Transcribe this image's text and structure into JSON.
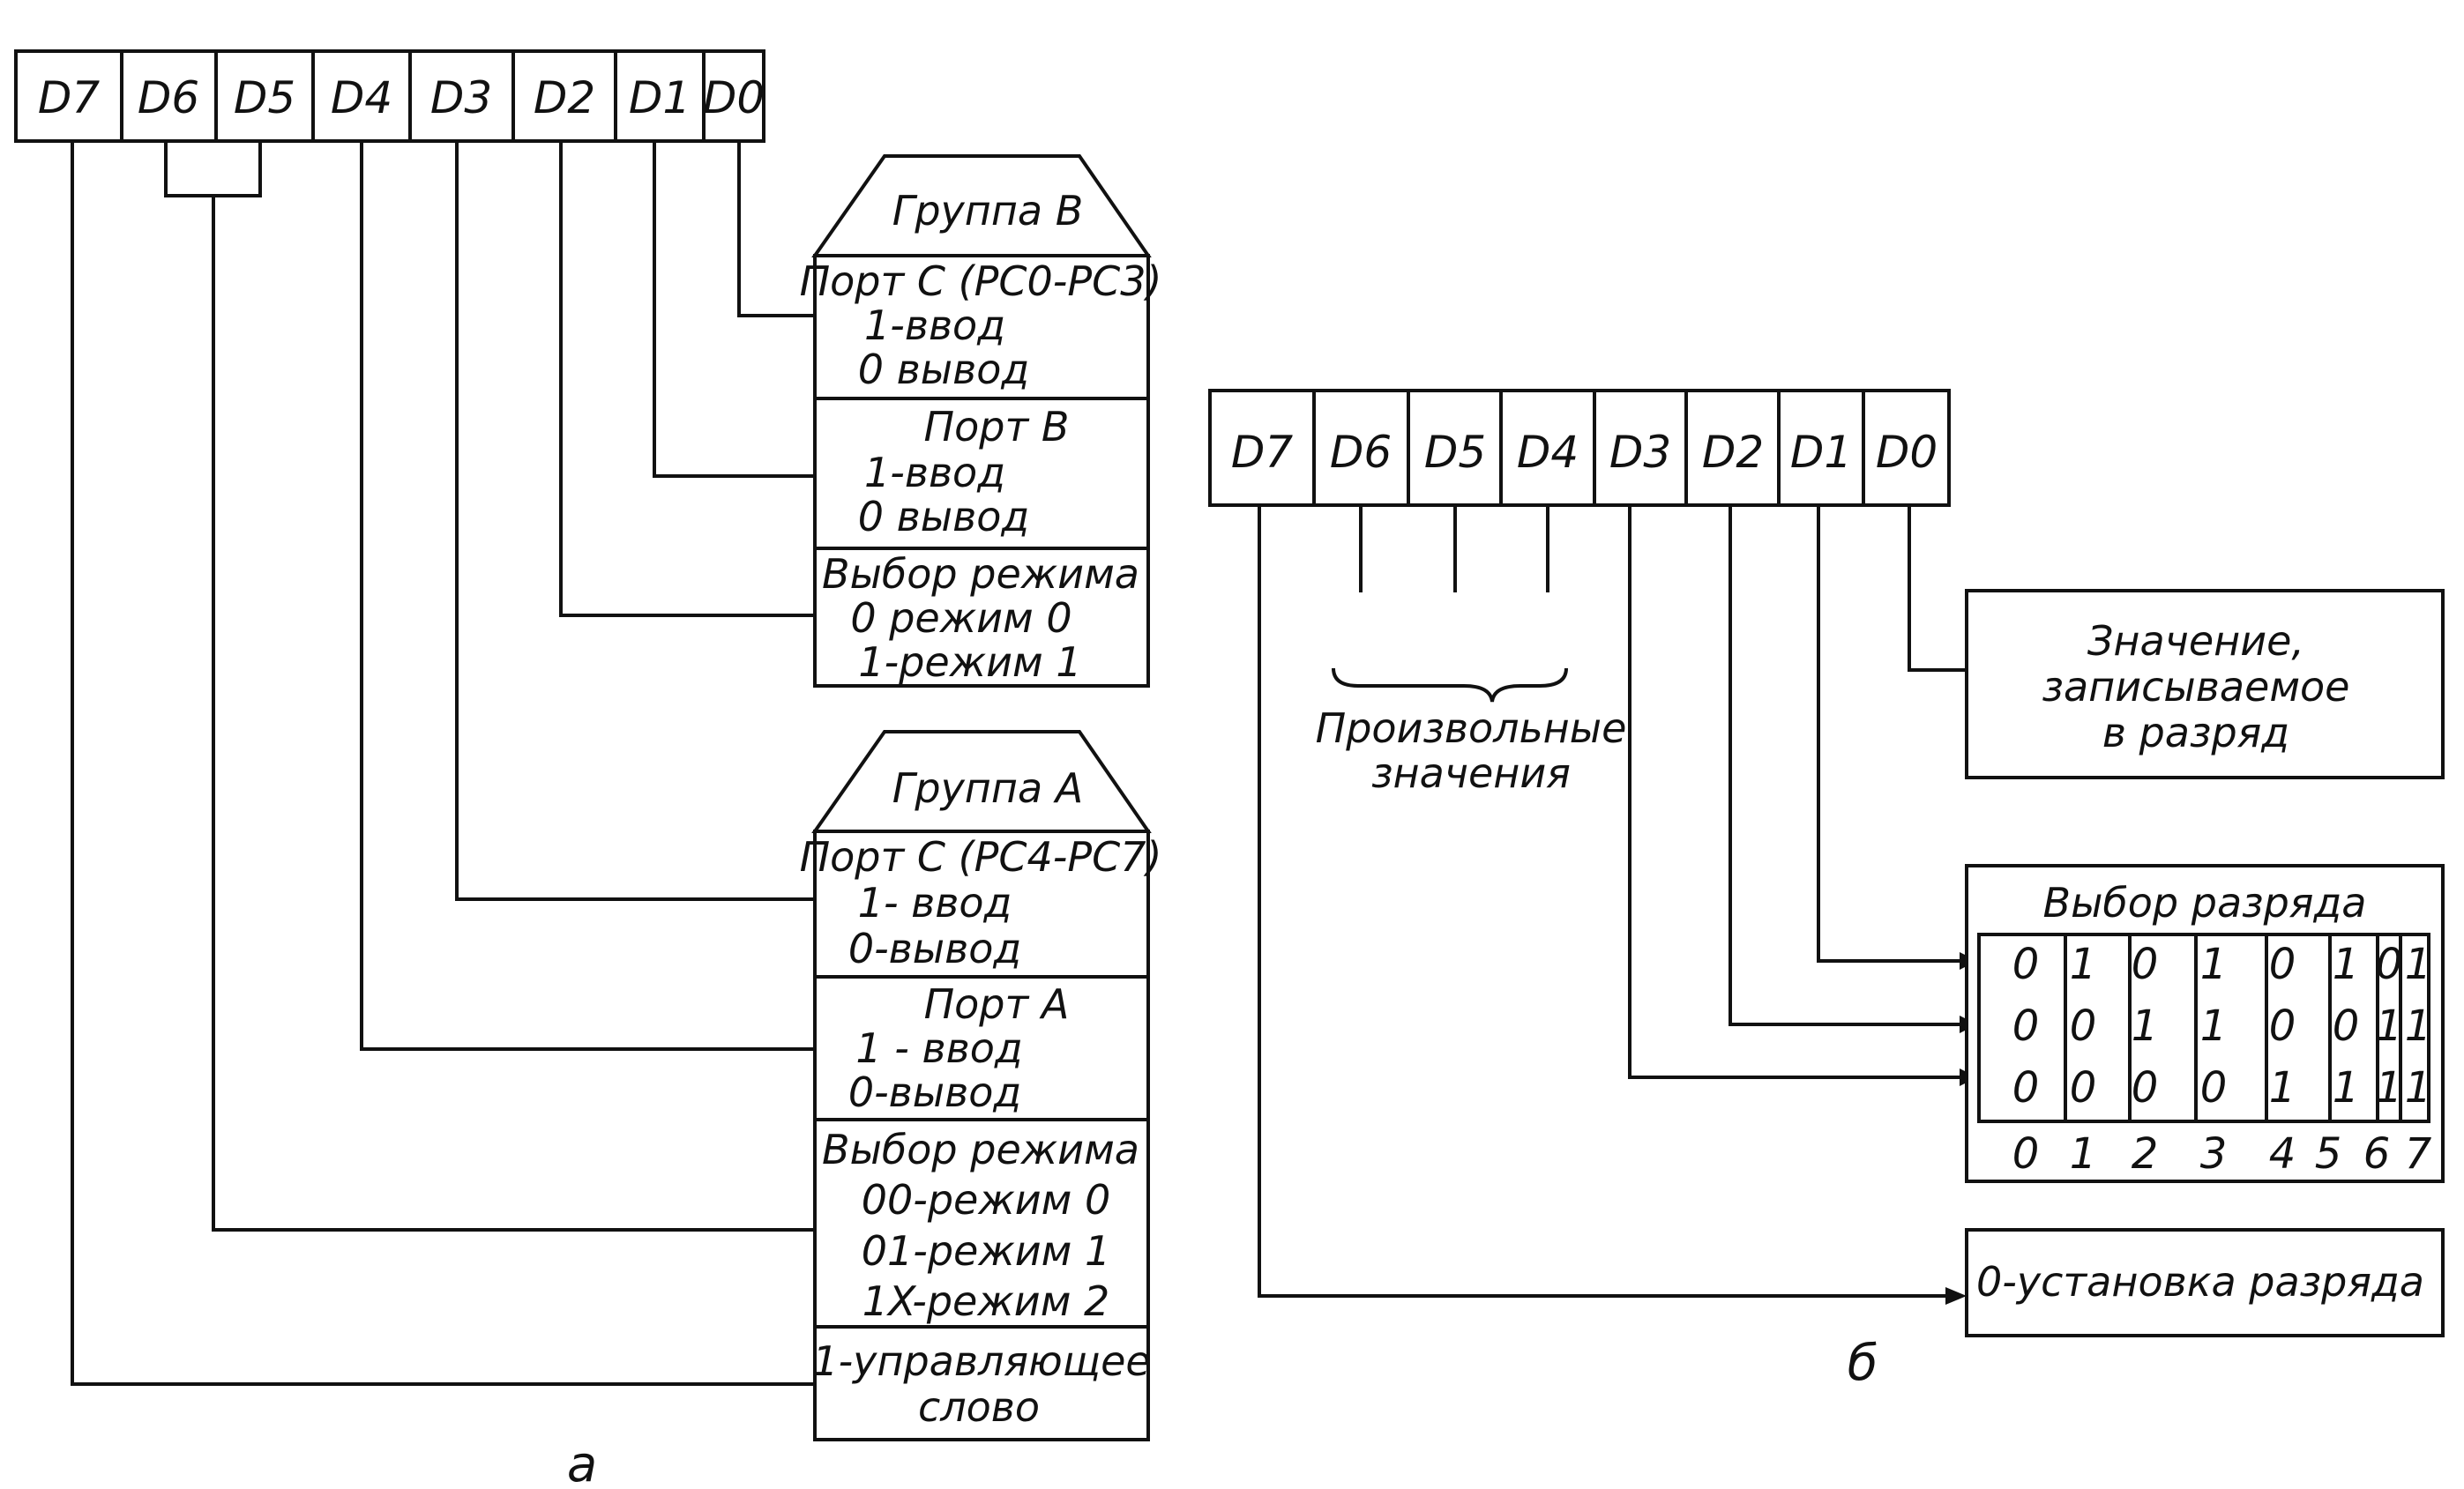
{
  "diagram_a": {
    "caption": "a",
    "bits": [
      "D7",
      "D6",
      "D5",
      "D4",
      "D3",
      "D2",
      "D1",
      "D0"
    ],
    "group_b": {
      "title": "Группа B",
      "port_c_low": [
        "Порт C (PC0-PC3)",
        "1-ввод",
        "0 вывод"
      ],
      "port_b": [
        "Порт B",
        "1-ввод",
        "0 вывод"
      ],
      "mode": [
        "Выбор режима",
        "0 режим 0",
        "1-режим 1"
      ]
    },
    "group_a": {
      "title": "Группа A",
      "port_c_high": [
        "Порт C (PC4-PC7)",
        "1- ввод",
        "0-вывод"
      ],
      "port_a": [
        "Порт A",
        "1 - ввод",
        "0-вывод"
      ],
      "mode": [
        "Выбор режима",
        "00-режим 0",
        "01-режим 1",
        "1X-режим 2"
      ],
      "control_word": [
        "1-управляющее",
        "слово"
      ]
    }
  },
  "diagram_b": {
    "caption": "б",
    "bits": [
      "D7",
      "D6",
      "D5",
      "D4",
      "D3",
      "D2",
      "D1",
      "D0"
    ],
    "arbitrary_label": [
      "Произвольные",
      "значения"
    ],
    "value_box": [
      "Значение,",
      "записываемое",
      "в разряд"
    ],
    "bit_select": {
      "title": "Выбор разряда",
      "rows": [
        [
          "0",
          "1",
          "0",
          "1",
          "0",
          "1",
          "0",
          "1"
        ],
        [
          "0",
          "0",
          "1",
          "1",
          "0",
          "0",
          "1",
          "1"
        ],
        [
          "0",
          "0",
          "0",
          "0",
          "1",
          "1",
          "1",
          "1"
        ]
      ],
      "bit_numbers": [
        "0",
        "1",
        "2",
        "3",
        "4",
        "5",
        "6",
        "7"
      ]
    },
    "set_box": "0-установка разряда"
  }
}
